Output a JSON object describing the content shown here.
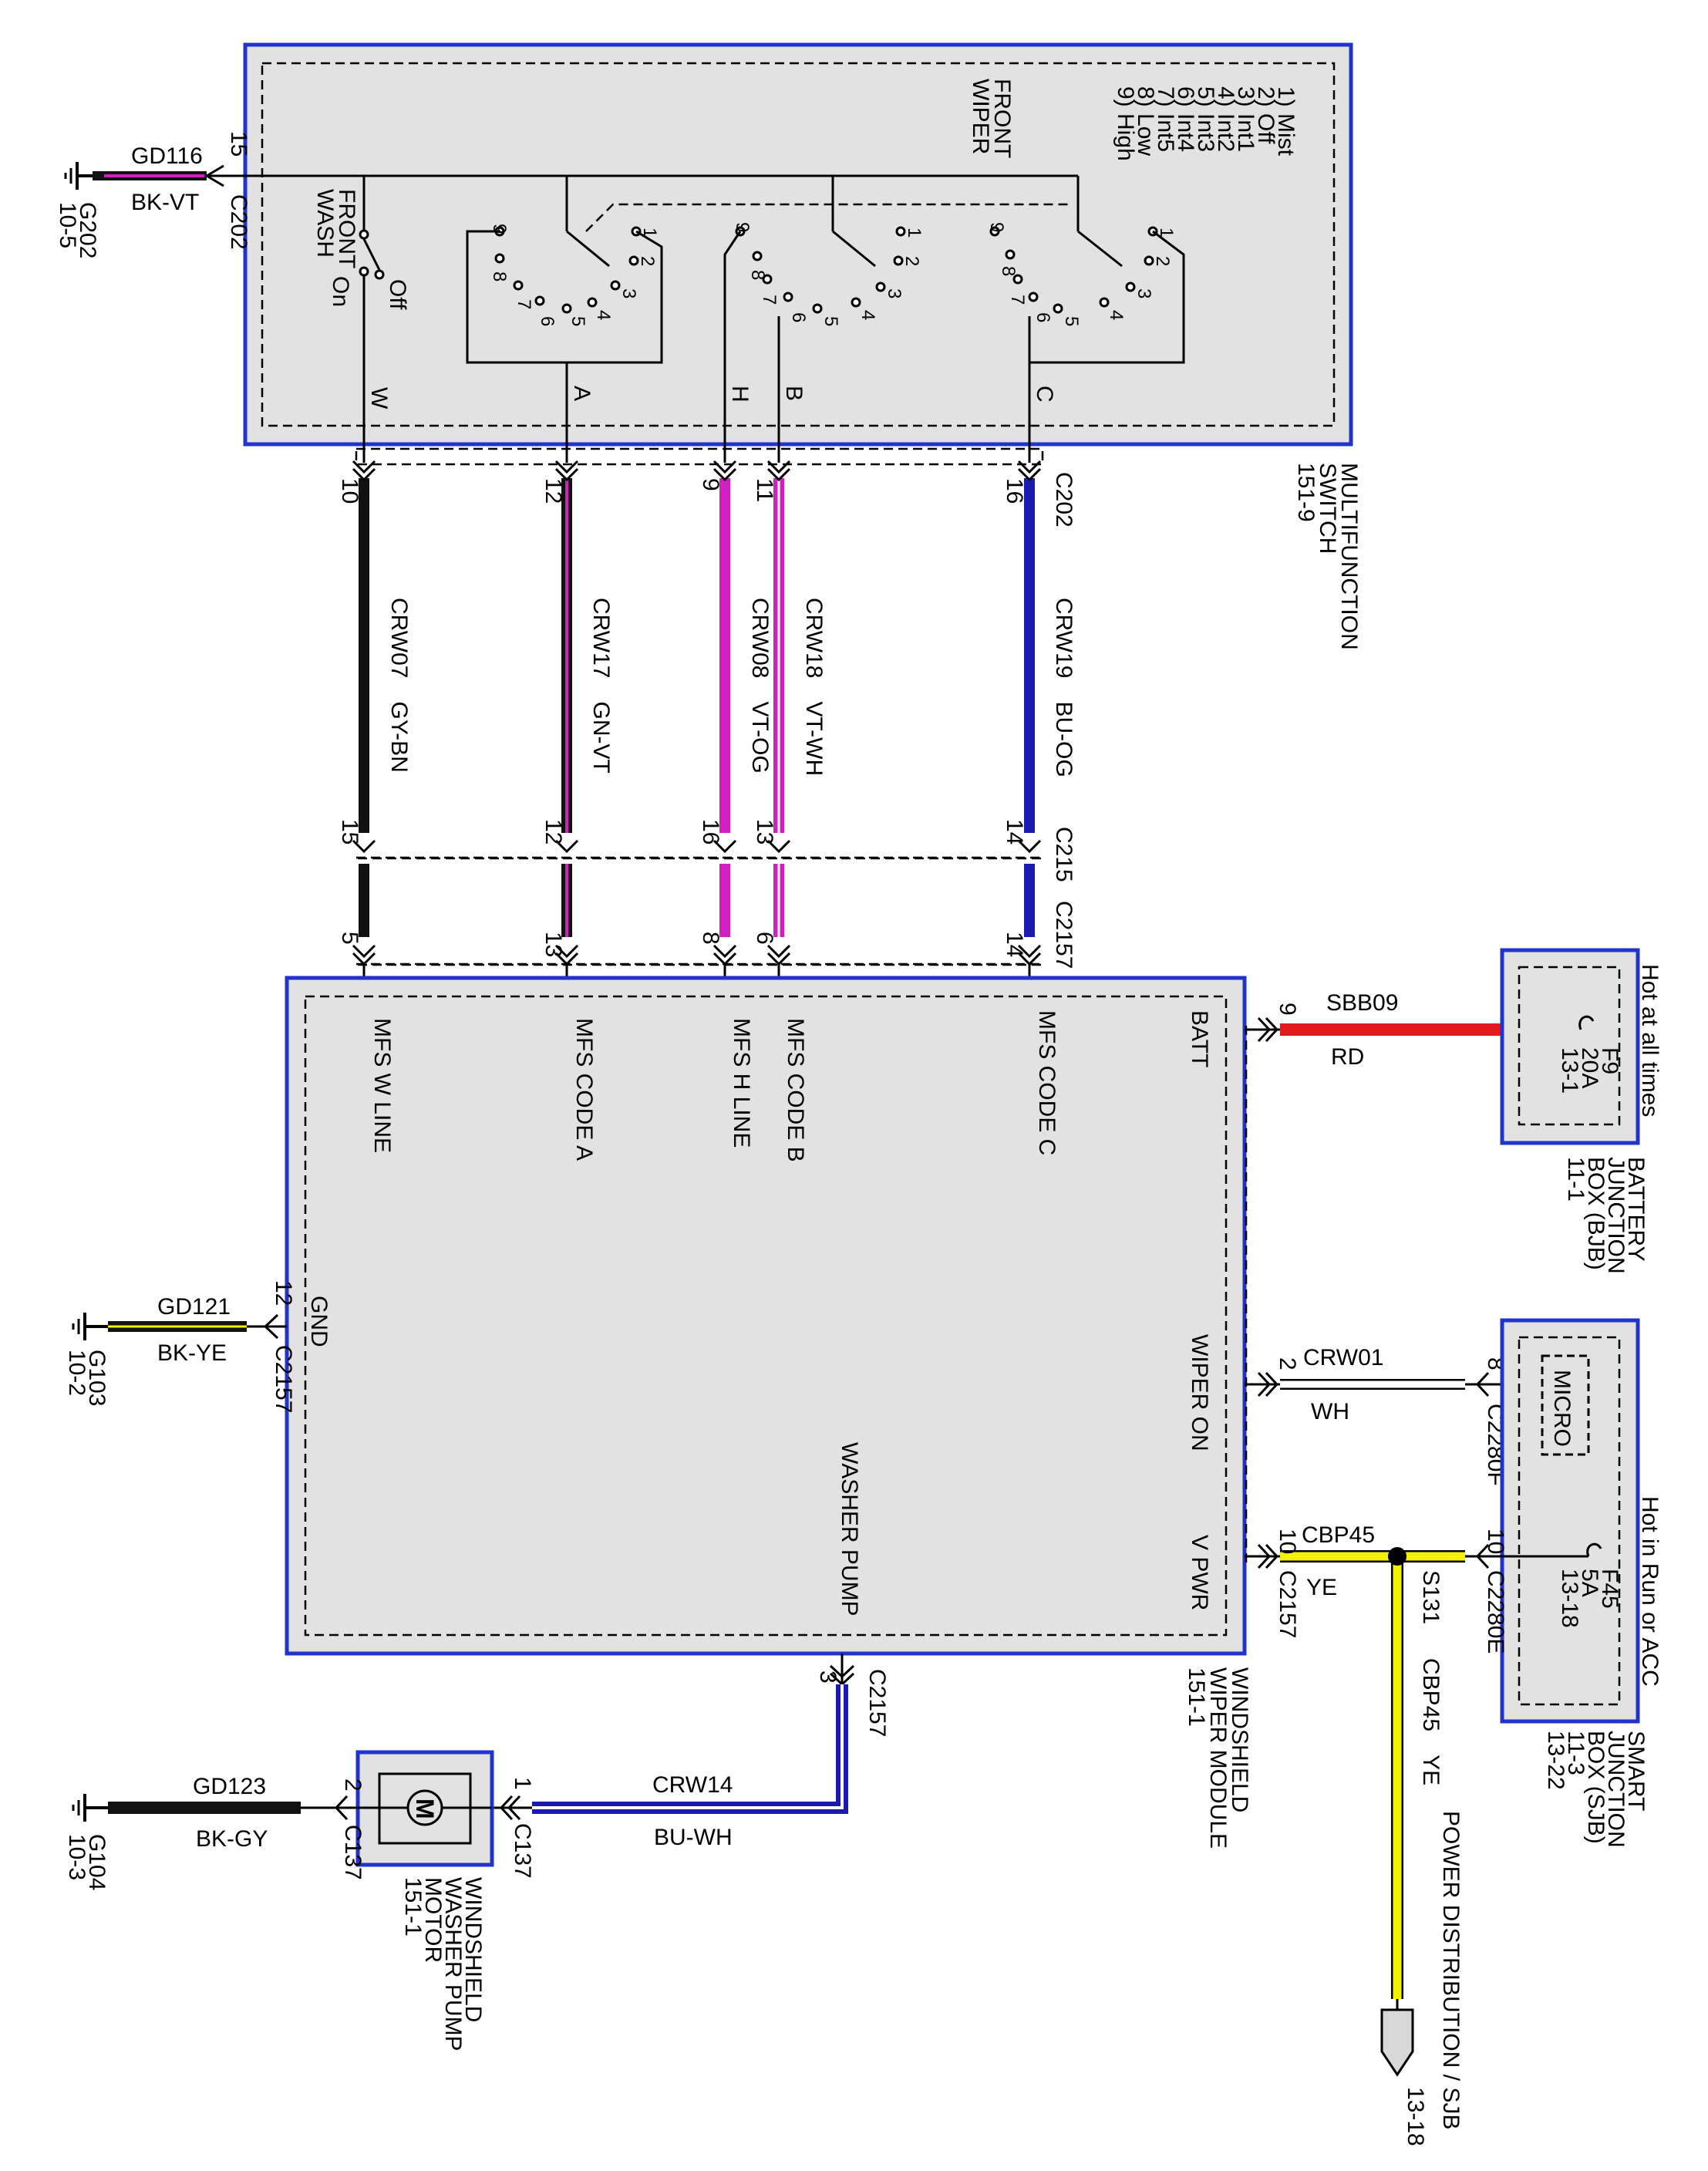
{
  "colors": {
    "module_fill": "#e2e2e2",
    "module_border": "#2233cc",
    "wire_red": "#e11b1b",
    "wire_violet": "#d020c0",
    "wire_blue": "#1a1ab0",
    "wire_yellow": "#f2f200",
    "wire_black": "#111111"
  },
  "multifunction_switch": {
    "name_line1": "MULTIFUNCTION",
    "name_line2": "SWITCH",
    "ref": "151-9",
    "section_front_wiper_1": "FRONT",
    "section_front_wiper_2": "WIPER",
    "positions": [
      "1) Mist",
      "2) Off",
      "3) Int1",
      "4) Int2",
      "5) Int3",
      "6) Int4",
      "7) Int5",
      "8) Low",
      "9) High"
    ],
    "front_wash_1": "FRONT",
    "front_wash_2": "WASH",
    "wash_on": "On",
    "wash_off": "Off",
    "pin_letters": {
      "w": "W",
      "a": "A",
      "h": "H",
      "b": "B",
      "c": "C"
    }
  },
  "ground_g202": {
    "circuit": "GD116",
    "color_code": "BK-VT",
    "pin": "15",
    "connector": "C202",
    "ground": "G202",
    "ground_ref": "10-5"
  },
  "wires_upper": [
    {
      "circuit": "CRW07",
      "color": "GY-BN",
      "top_pin": "10",
      "c215_pin": "15",
      "c2157_pin": "5"
    },
    {
      "circuit": "CRW17",
      "color": "GN-VT",
      "top_pin": "12",
      "c215_pin": "12",
      "c2157_pin": "13"
    },
    {
      "circuit": "CRW08",
      "color": "VT-OG",
      "top_pin": "9",
      "c215_pin": "16",
      "c2157_pin": "8"
    },
    {
      "circuit": "CRW18",
      "color": "VT-WH",
      "top_pin": "11",
      "c215_pin": "13",
      "c2157_pin": "6"
    },
    {
      "circuit": "CRW19",
      "color": "BU-OG",
      "top_pin": "16",
      "c215_pin": "14",
      "c2157_pin": "14"
    }
  ],
  "connectors": {
    "c202": "C202",
    "c215": "C215",
    "c2157": "C2157"
  },
  "wiper_module": {
    "name_line1": "WINDSHIELD",
    "name_line2": "WIPER MODULE",
    "ref": "151-1",
    "inputs": [
      "MFS W LINE",
      "MFS CODE A",
      "MFS H LINE",
      "MFS CODE B",
      "MFS CODE C"
    ],
    "batt": "BATT",
    "wiper_on": "WIPER ON",
    "v_pwr": "V PWR",
    "gnd": "GND",
    "washer_pump": "WASHER PUMP"
  },
  "batt_feed": {
    "pin": "9",
    "circuit": "SBB09",
    "color_code": "RD",
    "fuse": "F9",
    "amps": "20A",
    "fuse_ref": "13-1",
    "hot_label": "Hot at all times",
    "bjb_line1": "BATTERY",
    "bjb_line2": "JUNCTION",
    "bjb_line3": "BOX (BJB)",
    "bjb_ref": "11-1"
  },
  "wiper_on_feed": {
    "pin_module": "2",
    "pin_sjb": "8",
    "circuit": "CRW01",
    "color_code": "WH",
    "connector": "C2280F",
    "micro": "MICRO"
  },
  "vpwr_feed": {
    "pin_module": "10",
    "pin_sjb": "10",
    "circuit": "CBP45",
    "color_code": "YE",
    "connector_module": "C2157",
    "connector_sjb": "C2280E",
    "splice": "S131",
    "fuse": "F45",
    "amps": "5A",
    "fuse_ref": "13-18",
    "hot_label": "Hot in Run or ACC",
    "sjb_line1": "SMART",
    "sjb_line2": "JUNCTION",
    "sjb_line3": "BOX (SJB)",
    "sjb_ref1": "11-3",
    "sjb_ref2": "13-22",
    "branch_circuit": "CBP45",
    "branch_color": "YE",
    "dest": "POWER DISTRIBUTION / SJB",
    "dest_ref": "13-18"
  },
  "ground_g103": {
    "circuit": "GD121",
    "color_code": "BK-YE",
    "pin": "12",
    "connector": "C2157",
    "ground": "G103",
    "ground_ref": "10-2"
  },
  "pump_feed": {
    "pin_module": "3",
    "connector_module": "C2157",
    "circuit": "CRW14",
    "color_code": "BU-WH",
    "pin_motor": "1",
    "connector_motor": "C137"
  },
  "washer_motor": {
    "symbol": "M",
    "name_line1": "WINDSHIELD",
    "name_line2": "WASHER PUMP",
    "name_line3": "MOTOR",
    "ref": "151-1"
  },
  "ground_g104": {
    "circuit": "GD123",
    "color_code": "BK-GY",
    "pin": "2",
    "connector": "C137",
    "ground": "G104",
    "ground_ref": "10-3"
  }
}
